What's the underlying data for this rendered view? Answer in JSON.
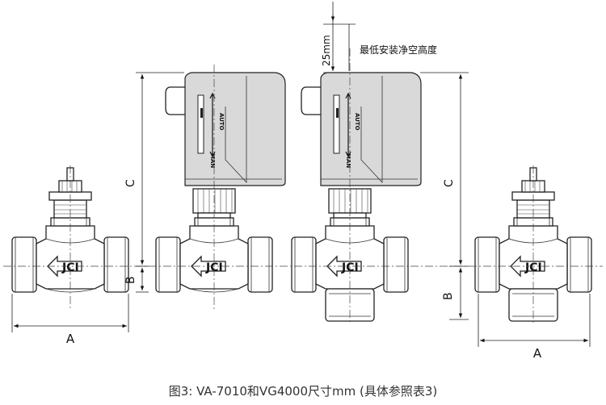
{
  "caption": "图3: VA-7010和VG4000尺寸mm (具体参照表3)",
  "dimensions": {
    "a": "A",
    "b": "B",
    "c": "C",
    "clearance_value": "25mm",
    "clearance_note": "最低安装净空高度"
  },
  "actuator_labels": {
    "man": "MAN",
    "auto": "AUTO"
  },
  "brand_logo": "JCI"
}
